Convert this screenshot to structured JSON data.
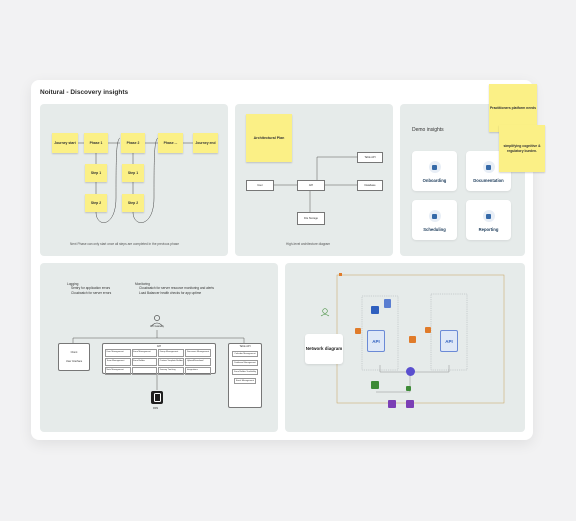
{
  "header": {
    "title": "Noitural - Discovery insights"
  },
  "flow": {
    "journey_start": "Journey start",
    "phase1": "Phase 1",
    "phase2": "Phase 2",
    "phase_ellipsis": "Phase ...",
    "journey_end": "Journey end",
    "step1": "Step 1",
    "step2": "Step 2",
    "caption": "Next Phase can only start once all steps are completed in the previous phase"
  },
  "architecture": {
    "sticky": "Architectural Plan",
    "boxes": [
      "User",
      "API",
      "Table API",
      "Database",
      "File Storage"
    ],
    "caption": "High-level architecture diagram"
  },
  "demo": {
    "title": "Demo insights",
    "tiles": [
      {
        "label": "Onboarding",
        "icon": "onboarding-icon"
      },
      {
        "label": "Documentation",
        "icon": "documentation-icon"
      },
      {
        "label": "Scheduling",
        "icon": "scheduling-icon"
      },
      {
        "label": "Reporting",
        "icon": "reporting-icon"
      }
    ],
    "notes": [
      "Practitioners platform needs",
      "simplifying cognitive & regulatory burden."
    ]
  },
  "system": {
    "logging_title": "Logging",
    "logging_items": [
      "Sentry for application errors",
      "Cloudwatch for server errors"
    ],
    "monitoring_title": "Monitoring",
    "monitoring_items": [
      "Cloudwatch for server resource monitoring and alerts",
      "Load Balancer health checks for app uptime"
    ],
    "gateway": "API Gateway",
    "api_label": "API",
    "client": "Client",
    "client_sub": "User Interface",
    "services": [
      "User Management",
      "Form Management",
      "Group Management",
      "Document Management",
      "Team Management",
      "Form Builder",
      "Custom Template Builder",
      "Upload/Download",
      "Note Management",
      "",
      "Journey Tracking",
      "Integrations"
    ],
    "third_party": "Table API",
    "third_party_items": [
      "Calendar Management",
      "Database Management",
      "Form Builder Scalability",
      "Email Management"
    ],
    "db_label": "RDS"
  },
  "network": {
    "label": "Network diagram",
    "resources": [
      "API",
      "API"
    ]
  },
  "colors": {
    "background": "#f2f2f3",
    "panel": "#e6ebea",
    "sticky": "#fbf086",
    "accent_blue": "#3569a8",
    "aws_orange": "#e07b2a",
    "aws_purple": "#7b3fb5",
    "aws_green": "#3d8b37"
  }
}
